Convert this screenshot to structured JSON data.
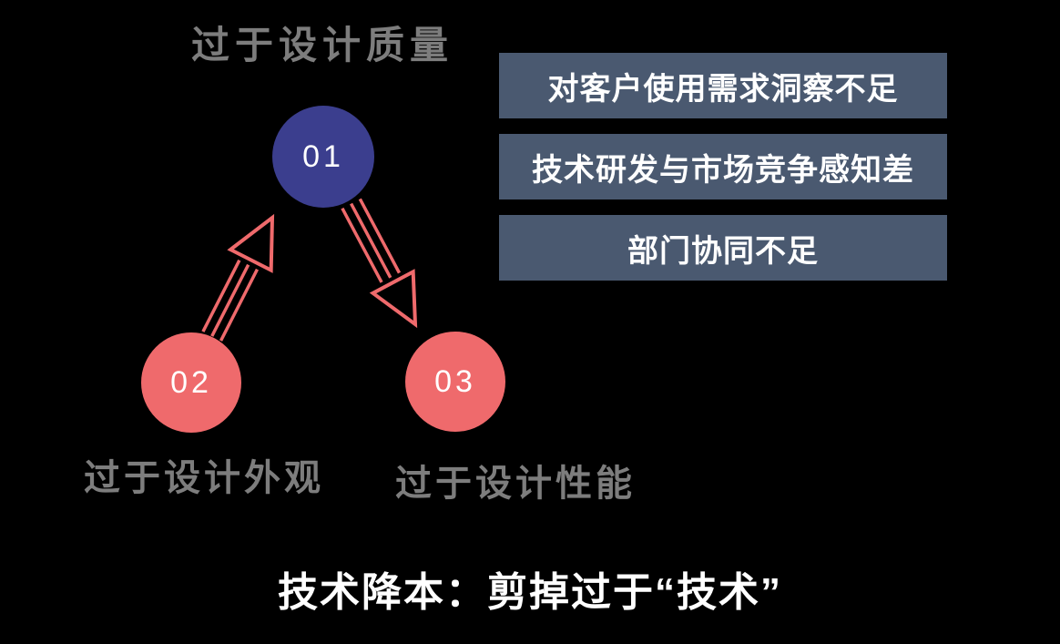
{
  "diagram": {
    "nodes": [
      {
        "number": "01",
        "label": "过于设计质量",
        "color": "#3b3e8e"
      },
      {
        "number": "02",
        "label": "过于设计外观",
        "color": "#ef6a6c"
      },
      {
        "number": "03",
        "label": "过于设计性能",
        "color": "#ef6a6c"
      }
    ],
    "arrows": [
      {
        "from": "02",
        "to": "01"
      },
      {
        "from": "01",
        "to": "03"
      }
    ],
    "arrow_color": "#ef6a6c"
  },
  "issues": [
    {
      "text": "对客户使用需求洞察不足"
    },
    {
      "text": "技术研发与市场竞争感知差"
    },
    {
      "text": "部门协同不足"
    }
  ],
  "caption": {
    "text": "技术降本：剪掉过于“技术”"
  },
  "colors": {
    "background": "#000000",
    "issue_box": "#4a5970",
    "muted_text": "#7d7d7d",
    "node_primary": "#3b3e8e",
    "node_secondary": "#ef6a6c",
    "text_on_dark": "#ffffff"
  }
}
